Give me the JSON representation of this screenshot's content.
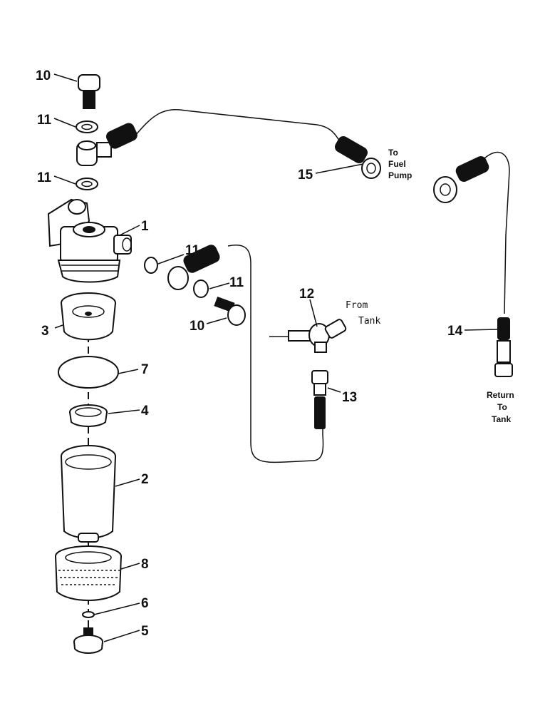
{
  "callouts": {
    "c1": "1",
    "c2": "2",
    "c3": "3",
    "c4": "4",
    "c5": "5",
    "c6": "6",
    "c7": "7",
    "c8": "8",
    "c10a": "10",
    "c10b": "10",
    "c11a": "11",
    "c11b": "11",
    "c11c": "11",
    "c11d": "11",
    "c12": "12",
    "c13": "13",
    "c14": "14",
    "c15": "15"
  },
  "notes": {
    "fuel_pump": [
      "To",
      "Fuel",
      "Pump"
    ],
    "from_tank": [
      "From",
      "Tank"
    ],
    "return_tank": [
      "Return",
      "To",
      "Tank"
    ]
  }
}
